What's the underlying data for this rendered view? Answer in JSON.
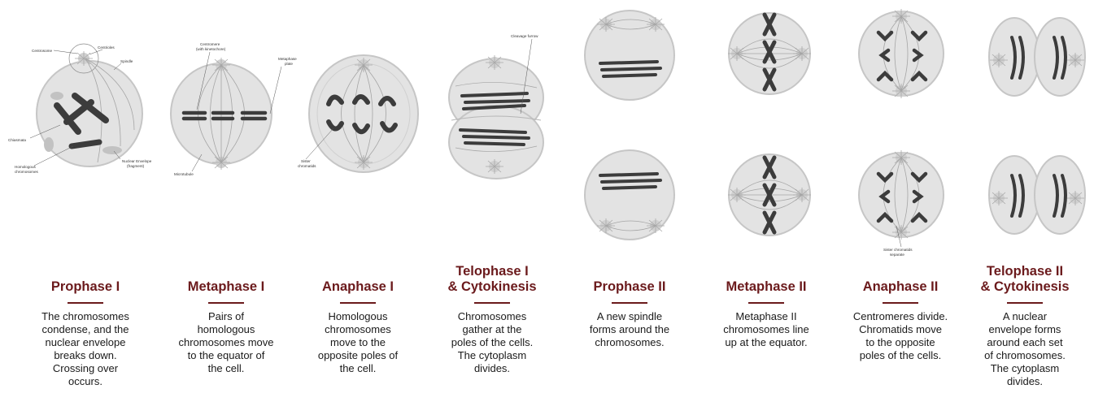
{
  "stages": [
    {
      "title": [
        "Prophase I"
      ],
      "desc": [
        "The chromosomes",
        "condense, and the",
        "nuclear envelope",
        "breaks down.",
        "Crossing over",
        "occurs."
      ]
    },
    {
      "title": [
        "Metaphase I"
      ],
      "desc": [
        "Pairs of",
        "homologous",
        "chromosomes move",
        "to the equator of",
        "the cell."
      ]
    },
    {
      "title": [
        "Anaphase I"
      ],
      "desc": [
        "Homologous",
        "chromosomes",
        "move to the",
        "opposite poles of",
        "the cell."
      ]
    },
    {
      "title": [
        "Telophase I",
        "& Cytokinesis"
      ],
      "desc": [
        "Chromosomes",
        "gather at the",
        "poles of the cells.",
        "The cytoplasm",
        "divides."
      ]
    },
    {
      "title": [
        "Prophase II"
      ],
      "desc": [
        "A new spindle",
        "forms around the",
        "chromosomes."
      ]
    },
    {
      "title": [
        "Metaphase II"
      ],
      "desc": [
        "Metaphase II",
        "chromosomes line",
        "up at the equator."
      ]
    },
    {
      "title": [
        "Anaphase II"
      ],
      "desc": [
        "Centromeres divide.",
        "Chromatids move",
        "to the opposite",
        "poles of the cells."
      ]
    },
    {
      "title": [
        "Telophase II",
        "& Cytokinesis"
      ],
      "desc": [
        "A nuclear",
        "envelope forms",
        "around each set",
        "of chromosomes.",
        "The cytoplasm",
        "divides."
      ]
    }
  ],
  "diagram_labels": {
    "centrosome": "Centrosome",
    "centrioles": "Centrioles",
    "spindle": "Spindle",
    "chiasmata": "Chiasmata",
    "homologous_1": "Homologous",
    "homologous_2": "chromosomes",
    "envelope_1": "Nuclear Envelope",
    "envelope_2": "(fragment)",
    "centromere_1": "Centromere",
    "centromere_2": "(with kinetochore)",
    "metaphase_plate_1": "Metaphase",
    "metaphase_plate_2": "plate",
    "microtubule": "Microtubule",
    "sister_1": "Sister",
    "sister_2": "chromatids",
    "cleavage_furrow": "Cleavage furrow",
    "sister_opposite_1": "Sister chromatids",
    "sister_opposite_2": "separate"
  },
  "colors": {
    "title": "#6b1a1c",
    "cell": "#e3e3e3",
    "chromosome": "#3c3c3c"
  }
}
